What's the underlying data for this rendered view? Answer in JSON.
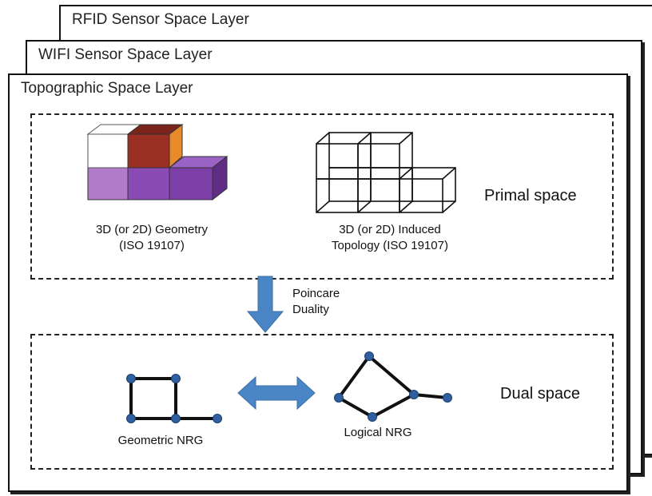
{
  "layers": {
    "rfid_title": "RFID Sensor Space Layer",
    "wifi_title": "WIFI Sensor Space Layer",
    "topo_title": "Topographic Space Layer"
  },
  "primal": {
    "space_label": "Primal space",
    "geometry_line1": "3D (or 2D) Geometry",
    "geometry_line2": "(ISO 19107)",
    "topology_line1": "3D (or 2D) Induced",
    "topology_line2": "Topology (ISO 19107)"
  },
  "duality": {
    "line1": "Poincare",
    "line2": "Duality"
  },
  "dual": {
    "space_label": "Dual space",
    "geometric_nrg": "Geometric NRG",
    "logical_nrg": "Logical NRG"
  },
  "colors": {
    "cube_white": "#ffffff",
    "cube_lilac": "#b27bc9",
    "cube_purple": "#7d3fa8",
    "cube_maroon": "#9b2f23",
    "cube_orange": "#e98a2a",
    "arrow_blue": "#4a86c5",
    "node_blue": "#2f5f9e"
  }
}
